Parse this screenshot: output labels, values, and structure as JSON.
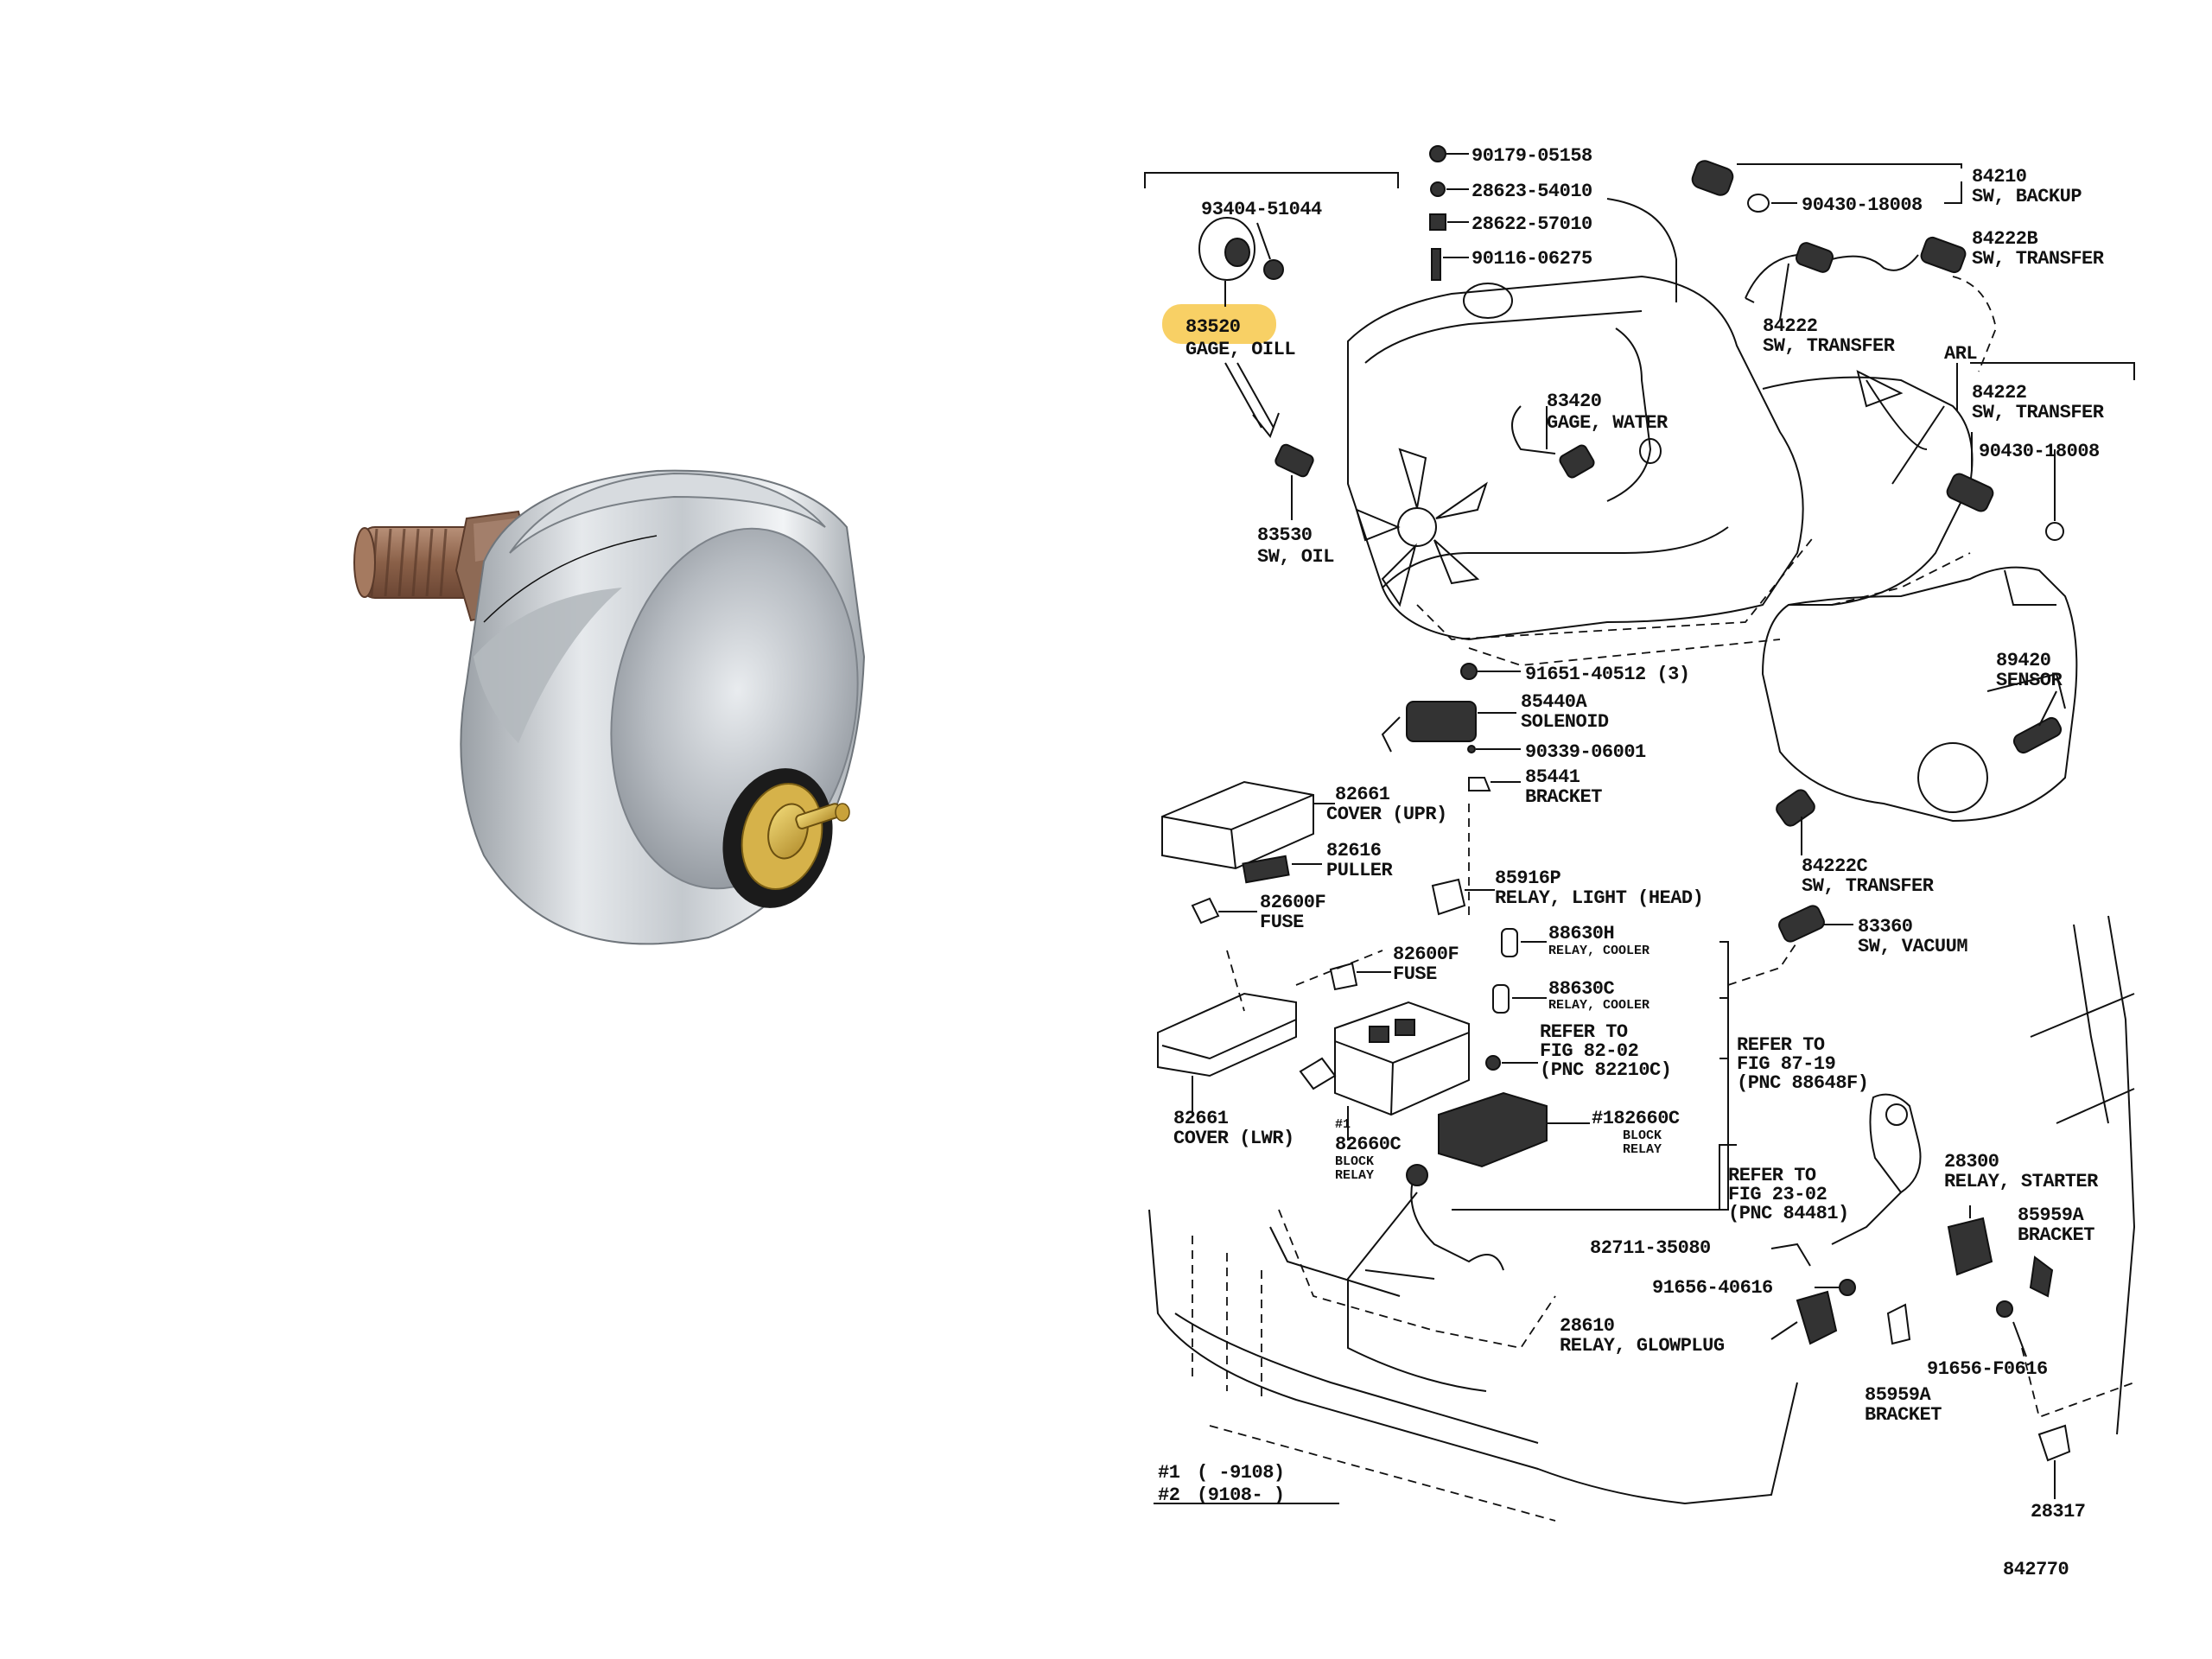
{
  "highlight_color": "#f7c84a",
  "callouts": [
    {
      "id": "c1",
      "text": "90179-05158"
    },
    {
      "id": "c2",
      "text": "28623-54010"
    },
    {
      "id": "c3",
      "text": "28622-57010"
    },
    {
      "id": "c4",
      "text": "90116-06275"
    },
    {
      "id": "c5",
      "text": "93404-51044"
    },
    {
      "id": "c6",
      "text": "83520"
    },
    {
      "id": "c7",
      "text": "GAGE, OILL"
    },
    {
      "id": "c8",
      "text": "84210"
    },
    {
      "id": "c9",
      "text": "SW, BACKUP"
    },
    {
      "id": "c10",
      "text": "90430-18008"
    },
    {
      "id": "c11",
      "text": "84222B"
    },
    {
      "id": "c12",
      "text": "SW, TRANSFER"
    },
    {
      "id": "c13",
      "text": "84222"
    },
    {
      "id": "c14",
      "text": "SW, TRANSFER"
    },
    {
      "id": "c15",
      "text": "ARL"
    },
    {
      "id": "c16",
      "text": "84222"
    },
    {
      "id": "c17",
      "text": "SW, TRANSFER"
    },
    {
      "id": "c18",
      "text": "90430-18008"
    },
    {
      "id": "c19",
      "text": "83420"
    },
    {
      "id": "c20",
      "text": "GAGE, WATER"
    },
    {
      "id": "c21",
      "text": "83530"
    },
    {
      "id": "c22",
      "text": "SW, OIL"
    },
    {
      "id": "c23",
      "text": "91651-40512 (3)"
    },
    {
      "id": "c24",
      "text": "85440A"
    },
    {
      "id": "c25",
      "text": "SOLENOID"
    },
    {
      "id": "c26",
      "text": "90339-06001"
    },
    {
      "id": "c27",
      "text": "85441"
    },
    {
      "id": "c28",
      "text": "BRACKET"
    },
    {
      "id": "c29",
      "text": "89420"
    },
    {
      "id": "c30",
      "text": "SENSOR"
    },
    {
      "id": "c31",
      "text": "82661"
    },
    {
      "id": "c32",
      "text": "COVER (UPR)"
    },
    {
      "id": "c33",
      "text": "82616"
    },
    {
      "id": "c34",
      "text": "PULLER"
    },
    {
      "id": "c35",
      "text": "82600F"
    },
    {
      "id": "c36",
      "text": "FUSE"
    },
    {
      "id": "c37",
      "text": "85916P"
    },
    {
      "id": "c38",
      "text": "RELAY, LIGHT (HEAD)"
    },
    {
      "id": "c39",
      "text": "84222C"
    },
    {
      "id": "c40",
      "text": "SW, TRANSFER"
    },
    {
      "id": "c41",
      "text": "88630H"
    },
    {
      "id": "c42",
      "text": "RELAY, COOLER"
    },
    {
      "id": "c43",
      "text": "83360"
    },
    {
      "id": "c44",
      "text": "SW, VACUUM"
    },
    {
      "id": "c45",
      "text": "82600F"
    },
    {
      "id": "c46",
      "text": "FUSE"
    },
    {
      "id": "c47",
      "text": "88630C"
    },
    {
      "id": "c48",
      "text": "RELAY, COOLER"
    },
    {
      "id": "c49",
      "text": "REFER TO"
    },
    {
      "id": "c50",
      "text": "FIG 82-02"
    },
    {
      "id": "c51",
      "text": "(PNC 82210C)"
    },
    {
      "id": "c52",
      "text": "REFER TO"
    },
    {
      "id": "c53",
      "text": "FIG 87-19"
    },
    {
      "id": "c54",
      "text": "(PNC 88648F)"
    },
    {
      "id": "c55",
      "text": "82661"
    },
    {
      "id": "c56",
      "text": "COVER (LWR)"
    },
    {
      "id": "c57",
      "text": "#1"
    },
    {
      "id": "c58",
      "text": "82660C"
    },
    {
      "id": "c59",
      "text": "BLOCK"
    },
    {
      "id": "c60",
      "text": "RELAY"
    },
    {
      "id": "c61",
      "text": "#182660C"
    },
    {
      "id": "c62",
      "text": "BLOCK"
    },
    {
      "id": "c63",
      "text": "RELAY"
    },
    {
      "id": "c64",
      "text": "REFER TO"
    },
    {
      "id": "c65",
      "text": "FIG 23-02"
    },
    {
      "id": "c66",
      "text": "(PNC 84481)"
    },
    {
      "id": "c67",
      "text": "28300"
    },
    {
      "id": "c68",
      "text": "RELAY, STARTER"
    },
    {
      "id": "c69",
      "text": "85959A"
    },
    {
      "id": "c70",
      "text": "BRACKET"
    },
    {
      "id": "c71",
      "text": "82711-35080"
    },
    {
      "id": "c72",
      "text": "91656-40616"
    },
    {
      "id": "c73",
      "text": "28610"
    },
    {
      "id": "c74",
      "text": "RELAY, GLOWPLUG"
    },
    {
      "id": "c75",
      "text": "91656-F0616"
    },
    {
      "id": "c76",
      "text": "85959A"
    },
    {
      "id": "c77",
      "text": "BRACKET"
    },
    {
      "id": "c78",
      "text": "28317"
    },
    {
      "id": "c79",
      "text": "842770"
    }
  ],
  "legend": [
    {
      "mark": "#1",
      "range": "(    -9108)"
    },
    {
      "mark": "#2",
      "range": "(9108-    )"
    }
  ]
}
